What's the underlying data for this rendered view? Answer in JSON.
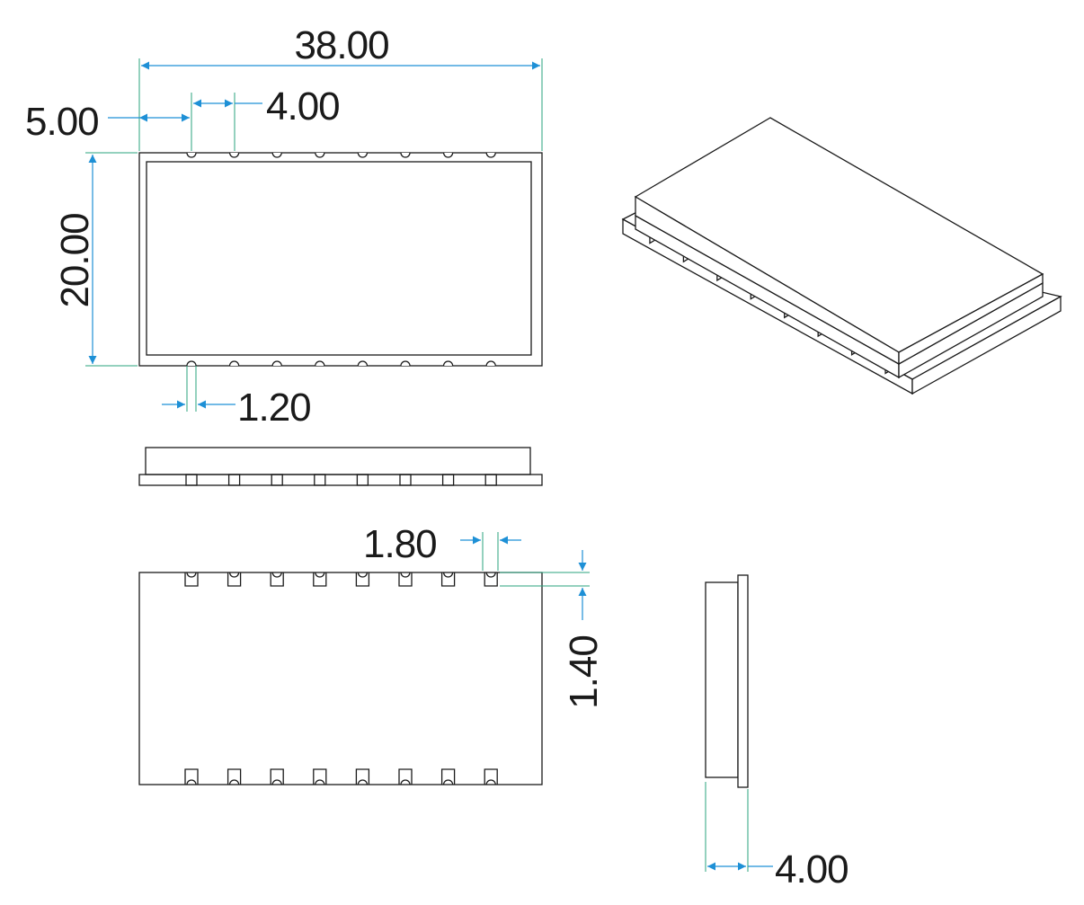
{
  "colors": {
    "outline": "#1a1a1a",
    "extension_line": "#2aa37e",
    "dimension_line": "#1e90d6",
    "background": "#ffffff"
  },
  "dimensions": {
    "overall_length": "38.00",
    "pad_edge_offset": "5.00",
    "pad_pitch": "4.00",
    "overall_width": "20.00",
    "castellation_diameter": "1.20",
    "pad_width": "1.80",
    "pad_length": "1.40",
    "module_height": "4.00"
  },
  "pads_per_side": 8
}
